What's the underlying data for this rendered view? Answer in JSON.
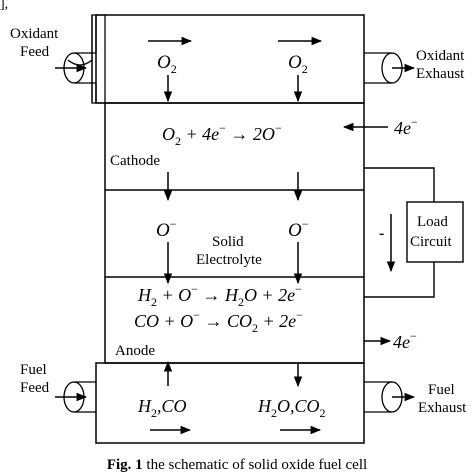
{
  "corner_mark": "],",
  "top_channel": {
    "inlet": [
      "Oxidant",
      "Feed"
    ],
    "outlet": [
      "Oxidant",
      "Exhaust"
    ],
    "species_left": "O",
    "species_left_sub": "2",
    "species_right": "O",
    "species_right_sub": "2"
  },
  "cathode": {
    "reaction_parts": [
      "O",
      "2",
      " + 4e",
      "−",
      " → 2O",
      "−"
    ],
    "label": "Cathode",
    "electron_in": [
      "4e",
      "−"
    ]
  },
  "electrolyte": {
    "ion_left": [
      "O",
      "−"
    ],
    "ion_right": [
      "O",
      "−"
    ],
    "label": [
      "Solid",
      "Electrolyte"
    ]
  },
  "anode": {
    "reaction1_parts": [
      "H",
      "2",
      " + O",
      "−",
      " → H",
      "2",
      "O + 2e",
      "−"
    ],
    "reaction2_parts": [
      "CO + O",
      "−",
      " → CO",
      "2",
      " + 2e",
      "−"
    ],
    "label": "Anode",
    "electron_out": [
      "4e",
      "−"
    ]
  },
  "bottom_channel": {
    "inlet": [
      "Fuel",
      "Feed"
    ],
    "outlet": [
      "Fuel",
      "Exhaust"
    ],
    "species_left_parts": [
      "H",
      "2",
      ",CO"
    ],
    "species_right_parts": [
      "H",
      "2",
      "O,CO",
      "2"
    ]
  },
  "load": {
    "label": [
      "Load",
      "Circuit"
    ],
    "current_mark": "-"
  },
  "caption": {
    "prefix": "Fig. 1",
    "text": " the schematic of solid oxide fuel cell"
  }
}
